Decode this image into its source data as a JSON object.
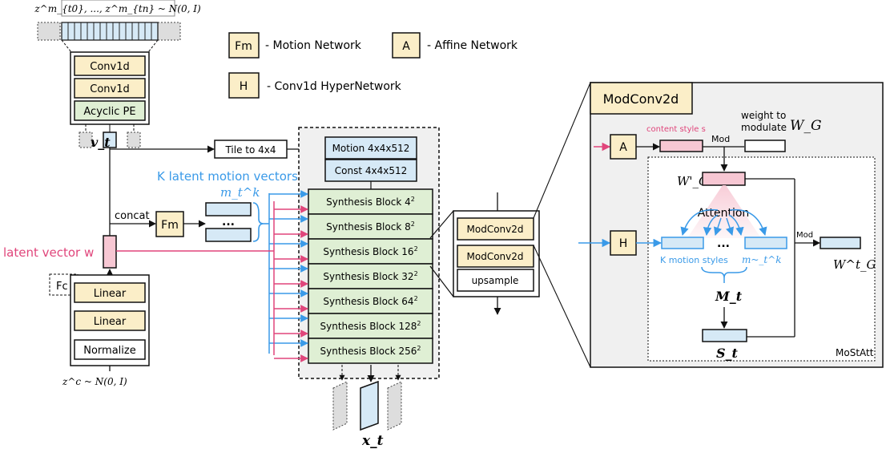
{
  "colors": {
    "tan": "#fbeec8",
    "green": "#dfefd4",
    "blue": "#d6e9f6",
    "pink": "#f7c7d3",
    "panel": "#f0f0f0",
    "accent_pink": "#e0457b",
    "accent_blue": "#3a9ae8",
    "gray": "#cfcfcf"
  },
  "noise": {
    "top_formula": "z^m_{t0}, ..., z^m_{tn} ~ N(0, I)",
    "bottom_formula": "z^c ~ N(0, I)"
  },
  "legend": {
    "fm_symbol": "Fm",
    "fm_label": "- Motion Network",
    "a_symbol": "A",
    "a_label": "- Affine Network",
    "h_symbol": "H",
    "h_label": "- Conv1d HyperNetwork"
  },
  "motion_encoder": {
    "blocks": [
      "Conv1d",
      "Conv1d",
      "Acyclic PE"
    ],
    "output_var": "v_t"
  },
  "mapping": {
    "fc_label": "Fc",
    "blocks": [
      "Linear",
      "Linear",
      "Normalize"
    ],
    "latent_label": "latent vector w"
  },
  "connections": {
    "tile_label": "Tile to 4x4",
    "concat_label": "concat",
    "fm_symbol": "Fm",
    "k_vectors_label": "K latent motion vectors",
    "motion_vec_var": "m_t^k",
    "ellipsis": "..."
  },
  "generator": {
    "inputs": [
      "Motion 4x4x512",
      "Const 4x4x512"
    ],
    "synthesis_prefix": "Synthesis Block",
    "resolutions": [
      "4",
      "8",
      "16",
      "32",
      "64",
      "128",
      "256"
    ],
    "output_var": "x_t"
  },
  "block_detail": {
    "items": [
      "ModConv2d",
      "ModConv2d",
      "upsample"
    ]
  },
  "modconv_panel": {
    "title": "ModConv2d",
    "affine_symbol": "A",
    "hyper_symbol": "H",
    "content_style_label": "content style s",
    "mod_label": "Mod",
    "weight_label_line1": "weight to",
    "weight_label_line2": "modulate",
    "weight_var": "W_G",
    "weight_prime_var": "W'_G",
    "attention_label": "Attention",
    "motion_styles_label": "K motion styles",
    "motion_styles_var": "m~_t^k",
    "ellipsis": "...",
    "mt_var": "M_t",
    "st_var": "S_t",
    "wt_var": "W^t_G",
    "mod_label_2": "Mod",
    "mostatt_label": "MoStAtt"
  }
}
